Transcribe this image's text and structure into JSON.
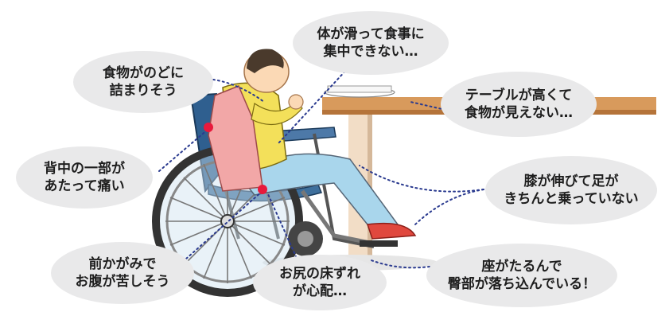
{
  "callouts": {
    "slip": {
      "line1": "体が滑って食事に",
      "line2": "集中できない…"
    },
    "choke": {
      "line1": "食物がのどに",
      "line2": "詰まりそう"
    },
    "table_high": {
      "line1": "テーブルが高くて",
      "line2": "食物が見えない…"
    },
    "back_pain": {
      "line1": "背中の一部が",
      "line2": "あたって痛い"
    },
    "knee": {
      "line1": "膝が伸びて足が",
      "line2": "きちんと乗っていない"
    },
    "stomach": {
      "line1": "前かがみで",
      "line2": "お腹が苦しそう"
    },
    "bedsore": {
      "line1": "お尻の床ずれ",
      "line2": "が心配…"
    },
    "seat_sag": {
      "line1": "座がたるんで",
      "line2": "臀部が落ち込んでいる！"
    }
  },
  "colors": {
    "bubble": "#e9e9ea",
    "leader_line": "#2a3a8f",
    "pain_marker": "#e8193c",
    "wheelchair_frame": "#2f5f8f",
    "apron": "#f2a7a7",
    "shirt": "#f3e05a",
    "pants": "#a9d6ec",
    "table": "#d89a5c",
    "shoe": "#e0483e"
  }
}
